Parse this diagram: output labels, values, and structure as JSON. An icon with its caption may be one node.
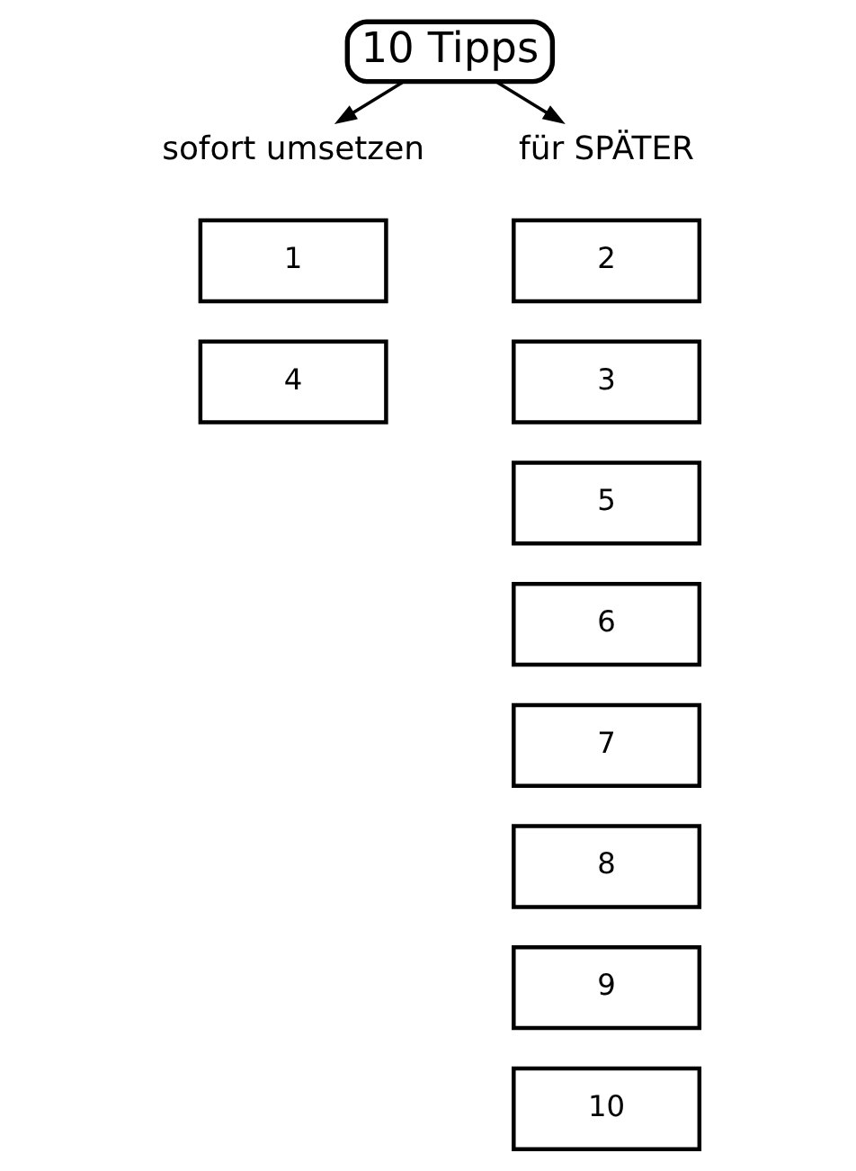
{
  "diagram": {
    "nodes": [
      {
        "text": [
          "10 Tipps"
        ]
      },
      {
        "text": [
          "sofort umsetzen"
        ]
      },
      {
        "text": [
          "für SPÄTER"
        ]
      },
      {
        "text": [
          "1"
        ]
      },
      {
        "text": [
          "4"
        ]
      },
      {
        "text": [
          "2"
        ]
      },
      {
        "text": [
          "3"
        ]
      },
      {
        "text": [
          "5"
        ]
      },
      {
        "text": [
          "6"
        ]
      },
      {
        "text": [
          "7"
        ]
      },
      {
        "text": [
          "8"
        ]
      },
      {
        "text": [
          "9"
        ]
      },
      {
        "text": [
          "10"
        ]
      }
    ],
    "edges": [
      {
        "from": 0,
        "to": 1,
        "arrow": "to"
      },
      {
        "from": 0,
        "to": 2,
        "arrow": "to"
      }
    ]
  }
}
